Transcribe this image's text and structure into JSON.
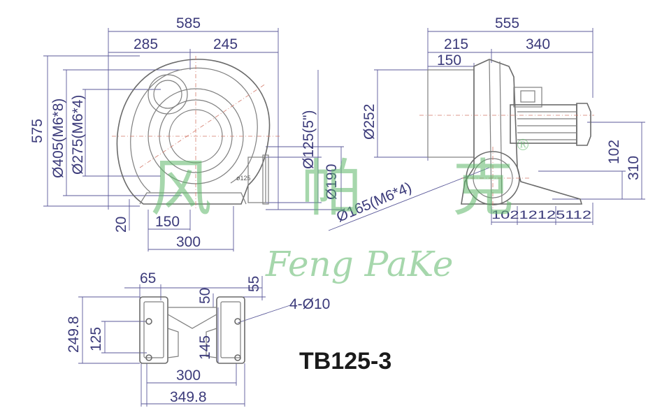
{
  "front_view": {
    "width_total": "585",
    "width_left": "285",
    "width_right": "245",
    "height_total": "575",
    "flange_outer": "Ø405(M6*8)",
    "flange_inner": "Ø275(M6*4)",
    "outlet_dia": "Ø125(5\")",
    "outlet_body": "Ø190",
    "outlet_small": "ø125",
    "base_offset": "20",
    "base_inner": "150",
    "base_outer": "300"
  },
  "side_view": {
    "length_total": "555",
    "length_left": "215",
    "length_right": "340",
    "inlet_depth": "150",
    "housing_dia": "Ø252",
    "outlet_flange": "Ø165(M6*4)",
    "center_height": "102",
    "total_height": "310",
    "base_dims": [
      "102",
      "125",
      "112"
    ],
    "base_dims_text": "10212125112"
  },
  "base_view": {
    "foot_width": "65",
    "slot_top": "50",
    "slot_right": "55",
    "holes": "4-Ø10",
    "height_total": "249.8",
    "height_inner": "125",
    "slot_length": "145",
    "width_inner": "300",
    "width_total": "349.8"
  },
  "model": "TB125-3",
  "watermark": {
    "chinese": "风 帕 克",
    "english": "Feng PaKe",
    "registered": "®"
  },
  "colors": {
    "dimension": "#3b3a7a",
    "watermark": "#5fb86a",
    "centerline": "#d47a6a"
  }
}
